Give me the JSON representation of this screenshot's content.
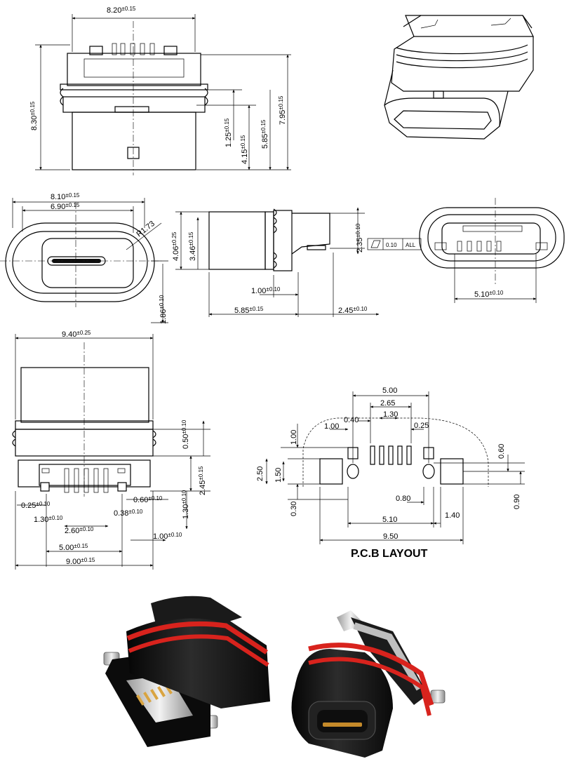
{
  "front_view": {
    "width": "8.20",
    "width_tol": "±0.15",
    "height": "8.30",
    "height_tol": "±0.15",
    "d1": "1.25",
    "d1_tol": "±0.15",
    "d2": "4.15",
    "d2_tol": "±0.15",
    "d3": "5.85",
    "d3_tol": "±0.15",
    "d4": "7.95",
    "d4_tol": "±0.15"
  },
  "end_view": {
    "outer": "8.10",
    "outer_tol": "±0.15",
    "inner": "6.90",
    "inner_tol": "±0.15",
    "radius": "R1.73",
    "offset": "1.86",
    "offset_tol": "±0.10"
  },
  "side_view": {
    "h1": "4.06",
    "h1_tol": "±0.25",
    "h2": "3.46",
    "h2_tol": "±0.15",
    "d1": "1.00",
    "d1_tol": "±0.10",
    "d2": "5.85",
    "d2_tol": "±0.15",
    "d3": "2.45",
    "d3_tol": "±0.10",
    "d4": "2.35",
    "d4_tol": "±0.10",
    "flatness": "0.10",
    "flatness_scope": "ALL"
  },
  "mouth_view": {
    "width": "5.10",
    "width_tol": "±0.10"
  },
  "bottom_view": {
    "w1": "9.40",
    "w1_tol": "±0.25",
    "d1": "0.50",
    "d1_tol": "±0.10",
    "d2": "2.45",
    "d2_tol": "±0.15",
    "d3": "0.25",
    "d3_tol": "±0.10",
    "d4": "0.60",
    "d4_tol": "±0.10",
    "d5": "1.30",
    "d5_tol": "±0.10",
    "d6": "0.38",
    "d6_tol": "±0.10",
    "d7": "1.30",
    "d7_tol": "±0.10",
    "d8": "2.60",
    "d8_tol": "±0.10",
    "d9": "1.00",
    "d9_tol": "±0.10",
    "d10": "5.00",
    "d10_tol": "±0.15",
    "d11": "9.00",
    "d11_tol": "±0.15"
  },
  "pcb": {
    "title": "P.C.B LAYOUT",
    "d500": "5.00",
    "d265": "2.65",
    "d040": "0.40",
    "d130": "1.30",
    "d100": "1.00",
    "d025": "0.25",
    "d100v": "1.00",
    "d250": "2.50",
    "d150": "1.50",
    "d030": "0.30",
    "d060": "0.60",
    "d090": "0.90",
    "d080": "0.80",
    "d510": "5.10",
    "d140": "1.40",
    "d950": "9.50"
  }
}
